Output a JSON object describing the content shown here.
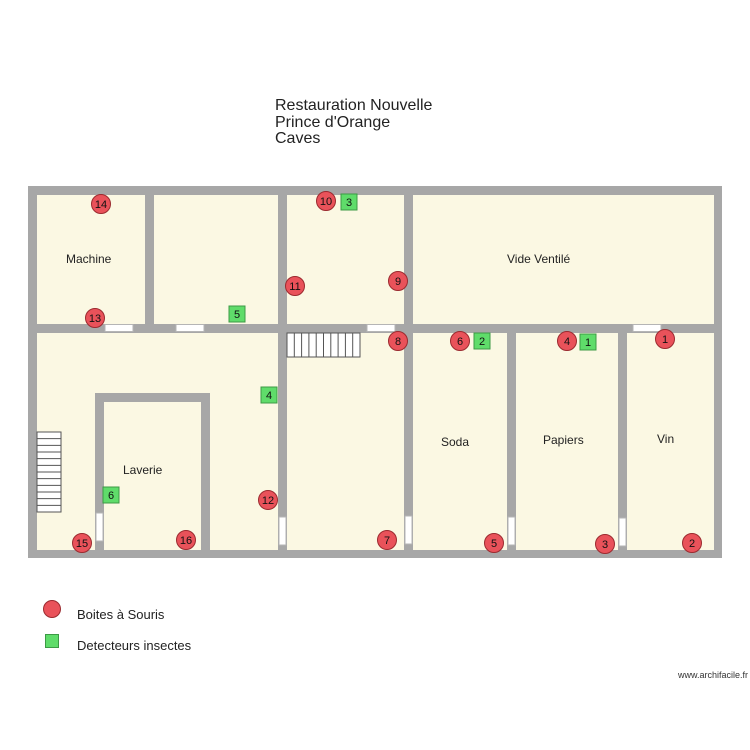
{
  "title": {
    "line1": "Restauration Nouvelle",
    "line2": "Prince d'Orange",
    "line3": "Caves"
  },
  "rooms": [
    {
      "id": "machine",
      "label": "Machine"
    },
    {
      "id": "vide",
      "label": "Vide Ventilé"
    },
    {
      "id": "soda",
      "label": "Soda"
    },
    {
      "id": "papiers",
      "label": "Papiers"
    },
    {
      "id": "vin",
      "label": "Vin"
    },
    {
      "id": "laverie",
      "label": "Laverie"
    }
  ],
  "mouse_traps": [
    "1",
    "2",
    "3",
    "4",
    "5",
    "6",
    "7",
    "8",
    "9",
    "10",
    "11",
    "12",
    "13",
    "14",
    "15",
    "16"
  ],
  "insect_detectors": [
    "1",
    "2",
    "3",
    "4",
    "5",
    "6"
  ],
  "legend": {
    "mouse_trap": "Boites à Souris",
    "insect_detector": "Detecteurs insectes"
  },
  "watermark": "www.archifacile.fr",
  "colors": {
    "wall": "#a7a7a7",
    "floor": "#fbf8e3",
    "mouse_trap": "#e9525a",
    "insect_detector": "#5fdc6a"
  }
}
